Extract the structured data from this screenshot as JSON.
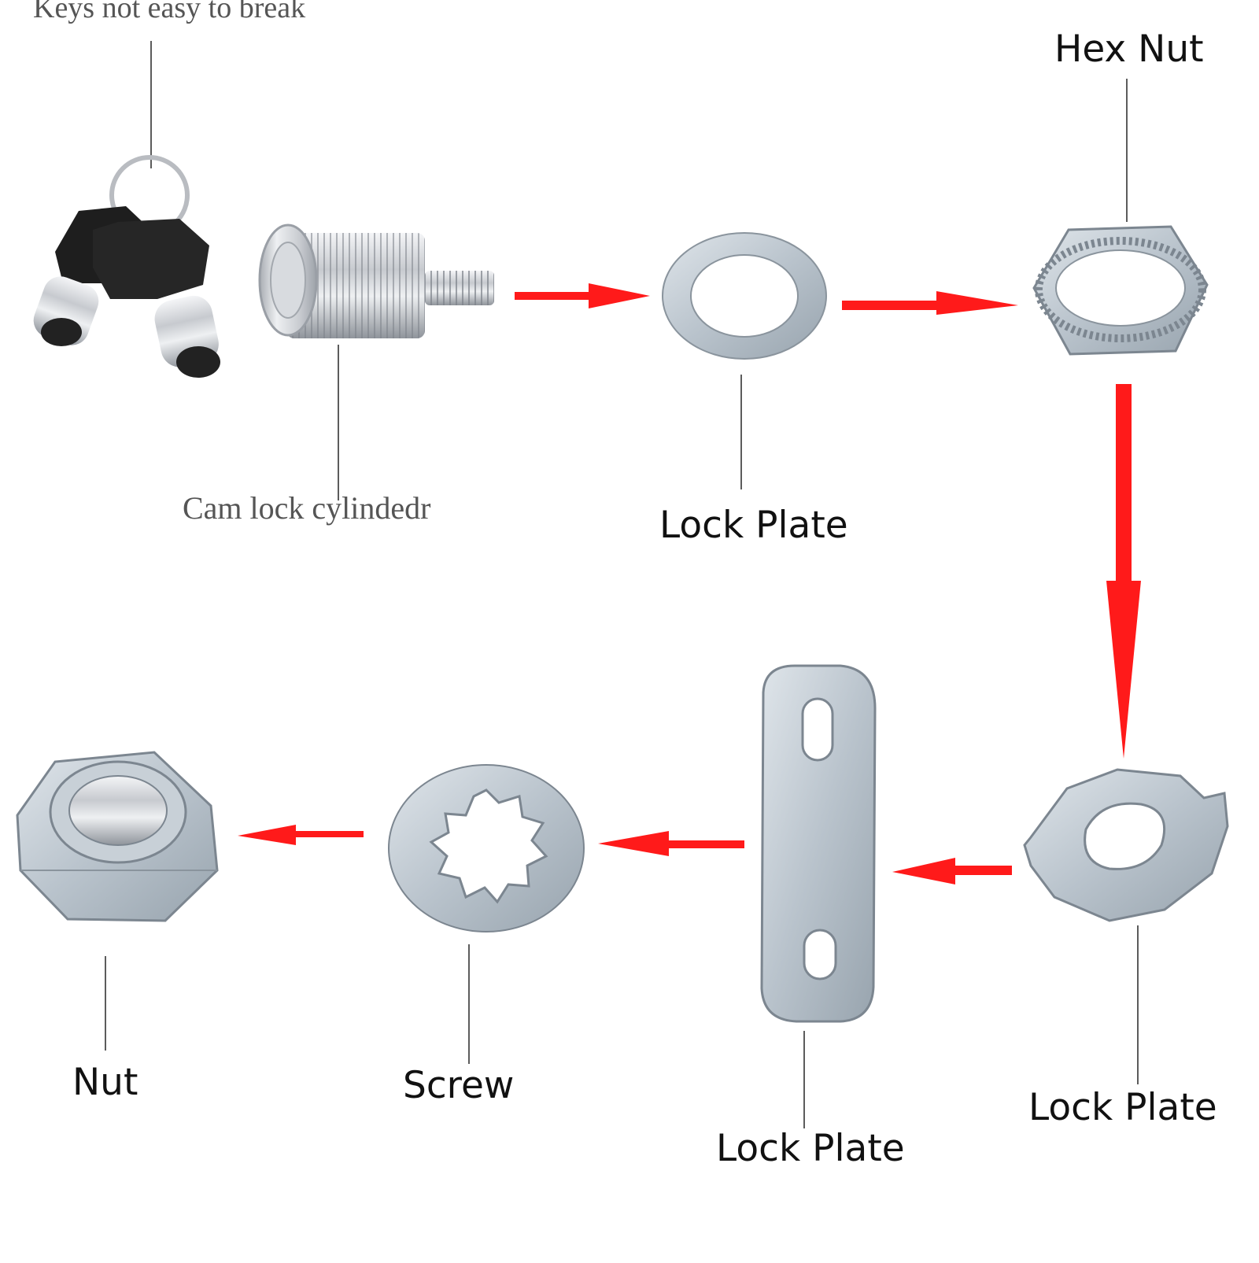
{
  "labels": {
    "keys": "Keys not easy to break",
    "cylinder": "Cam lock cylindedr",
    "lock_plate_1": "Lock Plate",
    "hex_nut": "Hex Nut",
    "lock_plate_2": "Lock Plate",
    "lock_plate_3": "Lock Plate",
    "screw": "Screw",
    "nut": "Nut"
  },
  "colors": {
    "arrow": "#ff1a1a",
    "metal": "#c9ccd1",
    "key_head": "#1e1e1e"
  },
  "icons": [
    "keys-icon",
    "cylinder-icon",
    "washer-icon",
    "hex-nut-icon",
    "cam-plate-icon",
    "cam-bar-icon",
    "star-washer-icon",
    "nut-icon"
  ]
}
